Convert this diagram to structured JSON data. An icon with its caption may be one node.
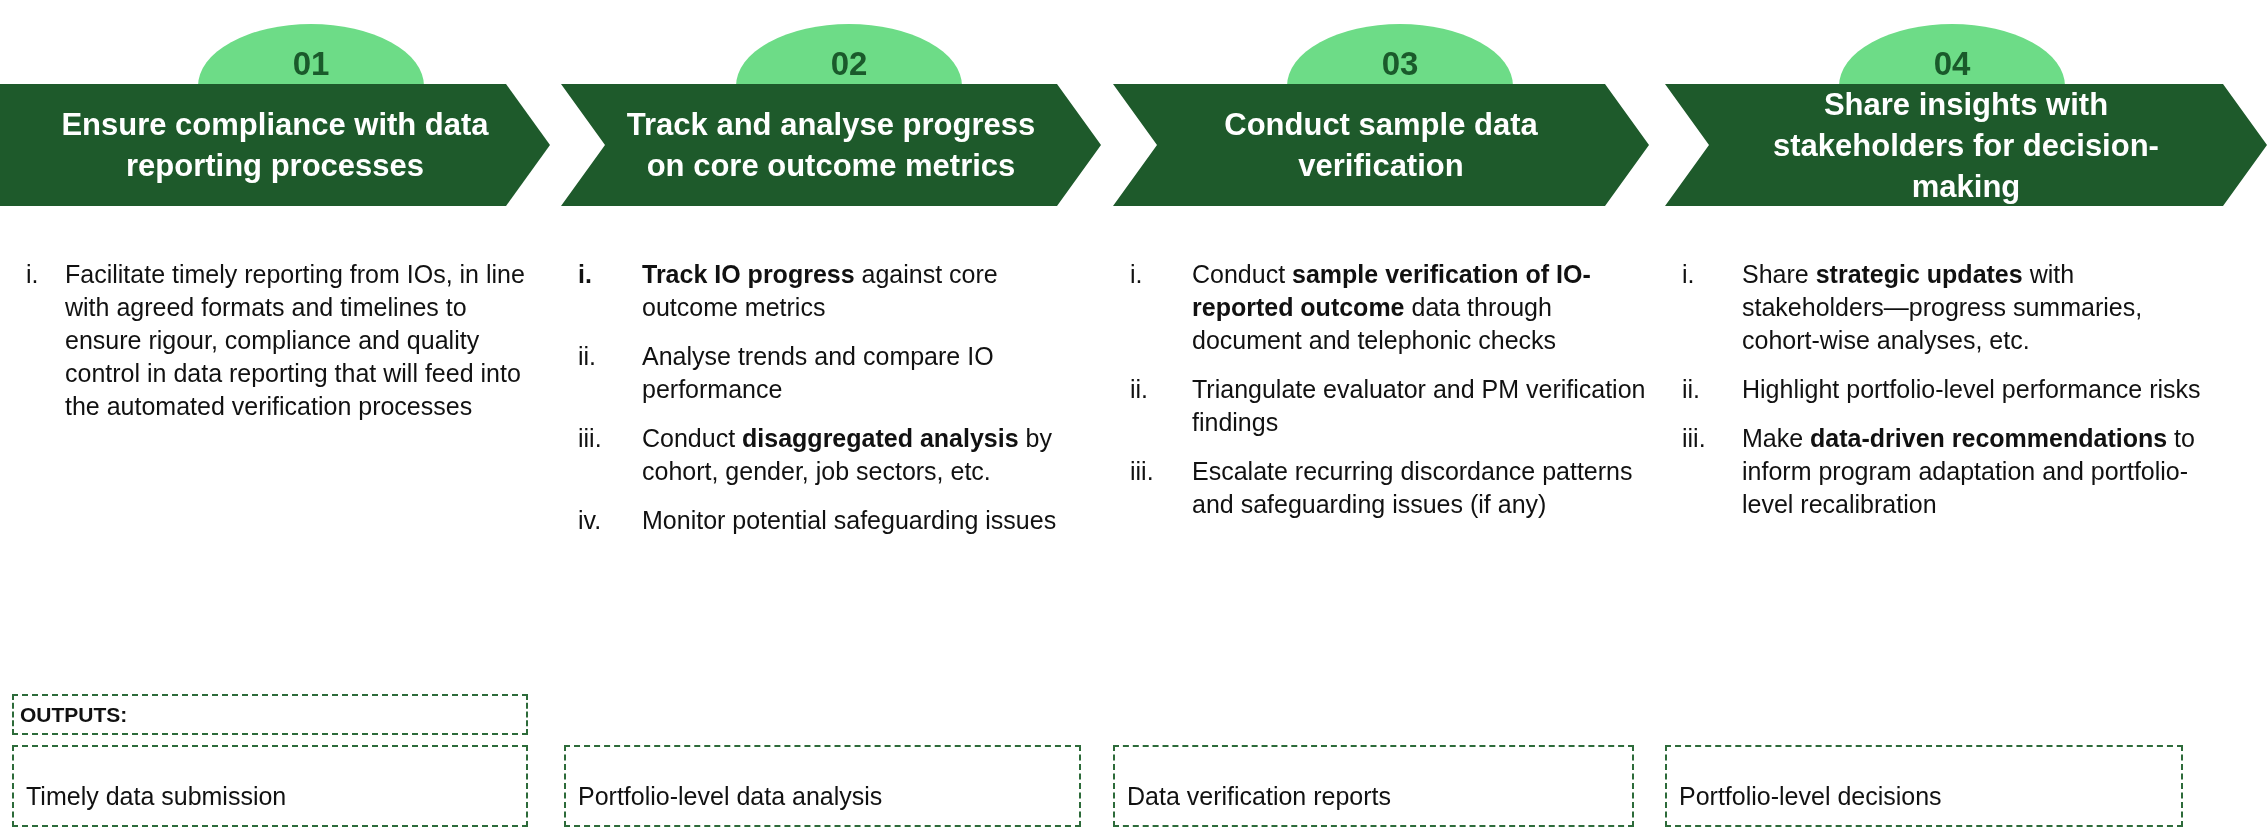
{
  "diagram": {
    "nodes": [
      {
        "text": [
          "01"
        ]
      },
      {
        "text": [
          "Ensure compliance with data reporting processes"
        ]
      },
      {
        "text": [
          "02"
        ]
      },
      {
        "text": [
          "Track and analyse progress on core outcome metrics"
        ]
      },
      {
        "text": [
          "03"
        ]
      },
      {
        "text": [
          "Conduct sample data verification"
        ]
      },
      {
        "text": [
          "04"
        ]
      },
      {
        "text": [
          "Share insights with stakeholders for decision-making"
        ]
      },
      {
        "text": [
          "OUTPUTS:"
        ]
      },
      {
        "text": [
          "Timely data submission"
        ]
      },
      {
        "text": [
          "Portfolio-level data analysis"
        ]
      },
      {
        "text": [
          "Data verification reports"
        ]
      },
      {
        "text": [
          "Portfolio-level decisions"
        ]
      }
    ],
    "edges": [],
    "labels": [
      "i.",
      "Facilitate timely reporting from IOs, in line with agreed formats and timelines to ensure rigour, compliance and quality control in data reporting that will feed into the automated verification processes",
      "i.",
      "**Track IO progress** against core outcome metrics",
      "ii.",
      "Analyse trends and compare IO performance",
      "iii.",
      "Conduct **disaggregated analysis** by cohort, gender, job sectors, etc.",
      "iv.",
      "Monitor potential safeguarding issues",
      "i.",
      "Conduct **sample verification of IO-reported outcome** data through document and telephonic checks",
      "ii.",
      "Triangulate evaluator and PM verification findings",
      "iii.",
      "Escalate recurring discordance patterns and safeguarding issues (if any)",
      "i.",
      "Share **strategic updates** with stakeholders—progress summaries, cohort-wise analyses, etc.",
      "ii.",
      "Highlight portfolio-level performance risks",
      "iii.",
      "Make **data-driven recommendations** to inform program adaptation and portfolio-level recalibration"
    ]
  }
}
